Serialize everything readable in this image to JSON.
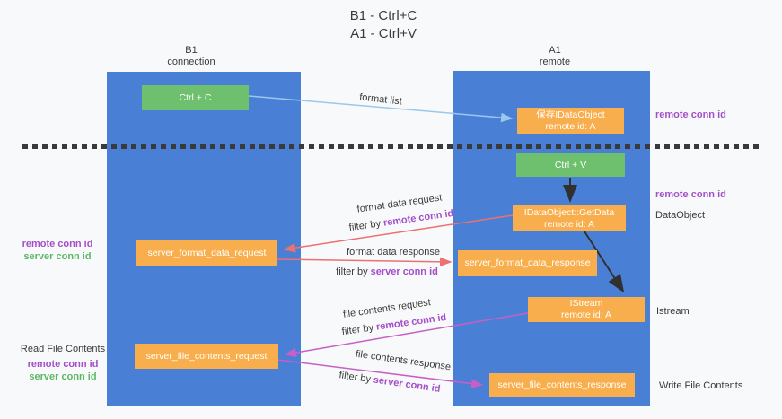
{
  "title": {
    "line1": "B1 - Ctrl+C",
    "line2": "A1 - Ctrl+V"
  },
  "lanes": {
    "left": {
      "name": "B1",
      "role": "connection"
    },
    "right": {
      "name": "A1",
      "role": "remote"
    }
  },
  "boxes": {
    "ctrl_c": "Ctrl + C",
    "ctrl_v": "Ctrl + V",
    "save_dataobject": {
      "line1": "保存IDataObject",
      "line2": "remote id: A"
    },
    "getdata": {
      "line1": "IDataObject::GetData",
      "line2": "remote id: A"
    },
    "istream": {
      "line1": "IStream",
      "line2": "remote id: A"
    },
    "format_request": "server_format_data_request",
    "format_response": "server_format_data_response",
    "file_request": "server_file_contents_request",
    "file_response": "server_file_contents_response"
  },
  "flows": {
    "format_list": "format list",
    "fmt_req": "format data request",
    "fmt_req_filter": {
      "prefix": "filter by ",
      "key": "remote conn id"
    },
    "fmt_resp": "format data response",
    "fmt_resp_filter": {
      "prefix": "filter by ",
      "key": "server conn id"
    },
    "file_req": "file contents request",
    "file_req_filter": {
      "prefix": "filter by ",
      "key": "remote conn id"
    },
    "file_resp": "file contents response",
    "file_resp_filter": {
      "prefix": "filter by ",
      "key": "server conn id"
    }
  },
  "annotations": {
    "left_top": {
      "remote": "remote conn id",
      "server": "server conn id"
    },
    "left_bottom": {
      "title": "Read File Contents",
      "remote": "remote conn id",
      "server": "server conn id"
    },
    "right_top": "remote conn id",
    "right_mid": "remote conn id",
    "dataobject": "DataObject",
    "istream": "Istream",
    "write_file": "Write File Contents"
  },
  "colors": {
    "lane_blue": "#4a7fd6",
    "box_orange": "#f8ae4c",
    "box_green": "#6ec06f",
    "conn_id_purple": "#a44fc9",
    "conn_id_green": "#5cb763",
    "arrow_light_blue": "#9cc7ec",
    "arrow_salmon": "#ec7170",
    "arrow_magenta": "#c75fc7",
    "arrow_black": "#303030"
  }
}
